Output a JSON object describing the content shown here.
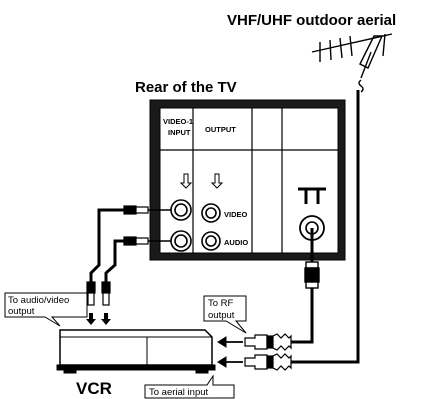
{
  "labels": {
    "aerial": "VHF/UHF outdoor aerial",
    "rear_tv": "Rear of the TV",
    "video1": "VIDEO-1",
    "input": "INPUT",
    "output": "OUTPUT",
    "video": "VIDEO",
    "audio": "AUDIO",
    "vcr": "VCR",
    "to_av_line1": "To audio/video",
    "to_av_line2": "output",
    "to_rf_line1": "To RF",
    "to_rf_line2": "output",
    "to_aerial_input": "To aerial input"
  },
  "icons": [
    "aerial-icon",
    "antenna-terminal-icon",
    "down-arrow-icon",
    "rca-plug-icon",
    "rf-plug-icon"
  ],
  "colors": {
    "ink": "#000000",
    "panel": "#1a1a1a",
    "paper": "#ffffff"
  }
}
